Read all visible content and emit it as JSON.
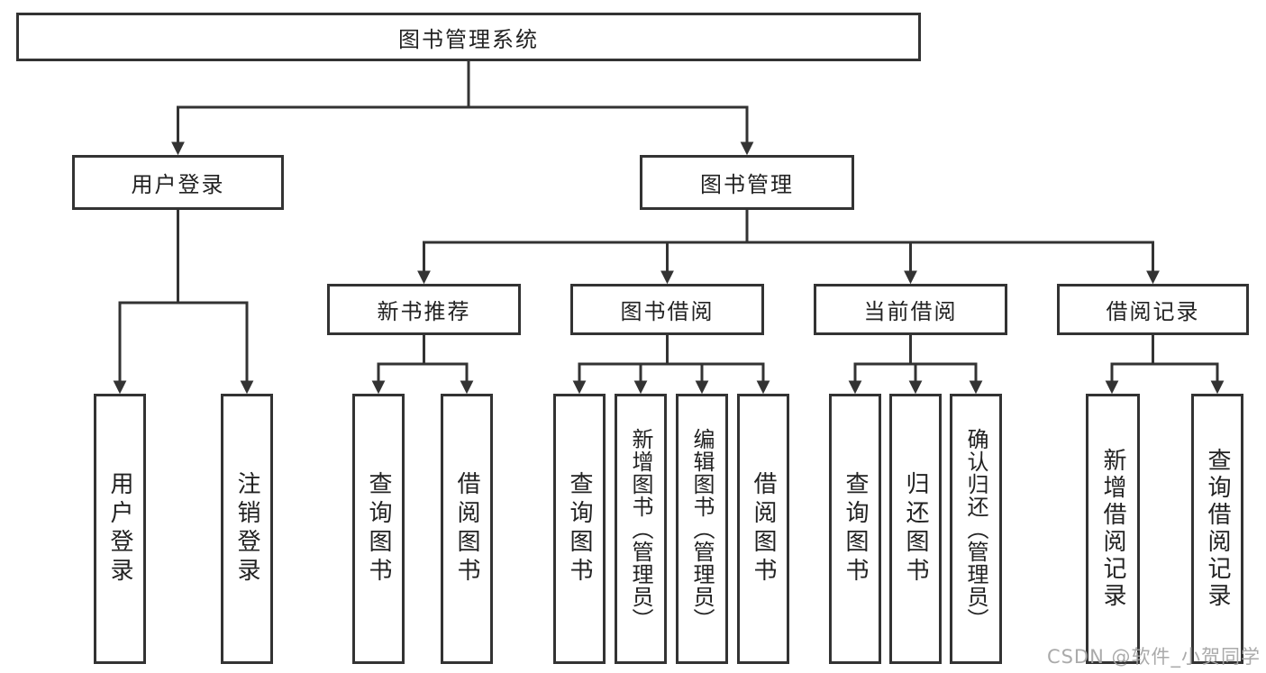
{
  "diagram_title": "图书管理系统",
  "tree": {
    "label": "图书管理系统",
    "children": [
      {
        "label": "用户登录",
        "children": [
          {
            "label": "用户登录"
          },
          {
            "label": "注销登录"
          }
        ]
      },
      {
        "label": "图书管理",
        "children": [
          {
            "label": "新书推荐",
            "children": [
              {
                "label": "查询图书"
              },
              {
                "label": "借阅图书"
              }
            ]
          },
          {
            "label": "图书借阅",
            "children": [
              {
                "label": "查询图书"
              },
              {
                "label": "新增图书（管理员）"
              },
              {
                "label": "编辑图书（管理员）"
              },
              {
                "label": "借阅图书"
              }
            ]
          },
          {
            "label": "当前借阅",
            "children": [
              {
                "label": "查询图书"
              },
              {
                "label": "归还图书"
              },
              {
                "label": "确认归还（管理员）"
              }
            ]
          },
          {
            "label": "借阅记录",
            "children": [
              {
                "label": "新增借阅记录"
              },
              {
                "label": "查询借阅记录"
              }
            ]
          }
        ]
      }
    ]
  },
  "watermark": "CSDN @软件_小贺同学",
  "colors": {
    "line": "#333333",
    "box_border": "#333333",
    "text": "#222222",
    "background": "#ffffff",
    "watermark": "#a5a5a5"
  }
}
